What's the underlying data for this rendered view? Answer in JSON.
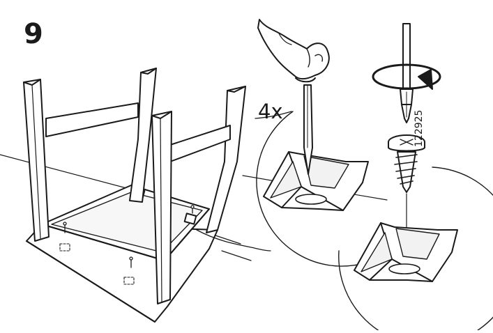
{
  "step_number": "9",
  "quantity_label": "4x",
  "part_number": "122925",
  "colors": {
    "line": "#1a1a1a",
    "fill": "#ffffff",
    "shade": "#f2f2f2"
  },
  "icons": [
    "stool-upside-down",
    "hand-icon",
    "awl-icon",
    "screwdriver-icon",
    "rotation-arrow-icon",
    "screw-icon",
    "corner-bracket-icon"
  ]
}
